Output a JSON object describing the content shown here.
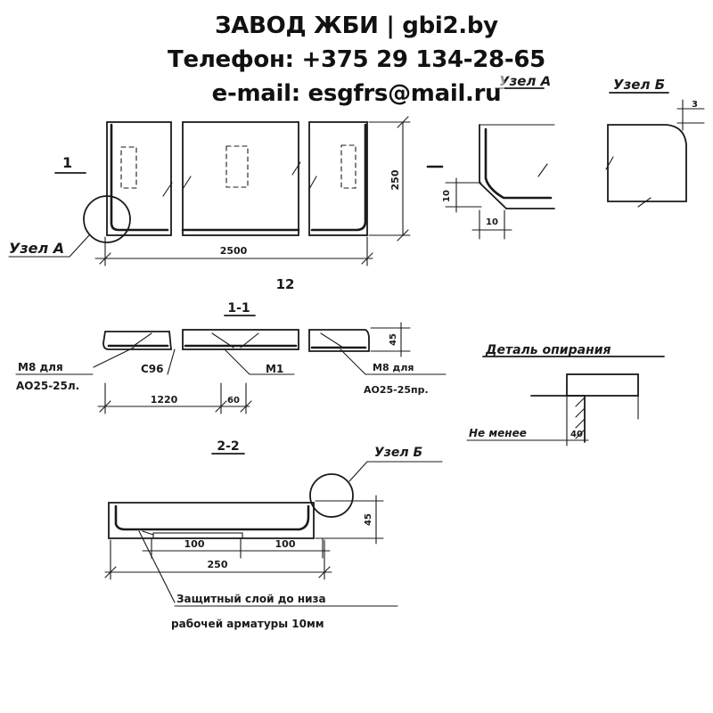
{
  "header": {
    "line1": "ЗАВОД ЖБИ | gbi2.by",
    "line2": "Телефон: +375 29 134-28-65",
    "line3": "e-mail: esgfrs@mail.ru"
  },
  "plan": {
    "section_mark": "1",
    "node_a_label": "Узел А",
    "dim_height": "250",
    "dim_length": "2500",
    "title": "12"
  },
  "node_a": {
    "title": "Узел А",
    "dim_v": "10",
    "dim_h": "10"
  },
  "node_b": {
    "title": "Узел Б",
    "dim_v": "3"
  },
  "section_1_1": {
    "title": "1-1",
    "label_m8_left_1": "М8 для",
    "label_m8_left_2": "АО25-25л.",
    "label_c96": "С96",
    "label_m1": "М1",
    "label_m8_right_1": "М8 для",
    "label_m8_right_2": "АО25-25пр.",
    "dim_1220": "1220",
    "dim_60": "60",
    "dim_45": "45"
  },
  "support_detail": {
    "title": "Деталь опирания",
    "label_min": "Не менее",
    "dim": "40"
  },
  "section_2_2": {
    "title": "2-2",
    "node_b_label": "Узел Б",
    "dim_100_left": "100",
    "dim_100_right": "100",
    "dim_250": "250",
    "dim_45": "45",
    "note_1": "Защитный слой до низа",
    "note_2": "рабочей арматуры 10мм"
  }
}
